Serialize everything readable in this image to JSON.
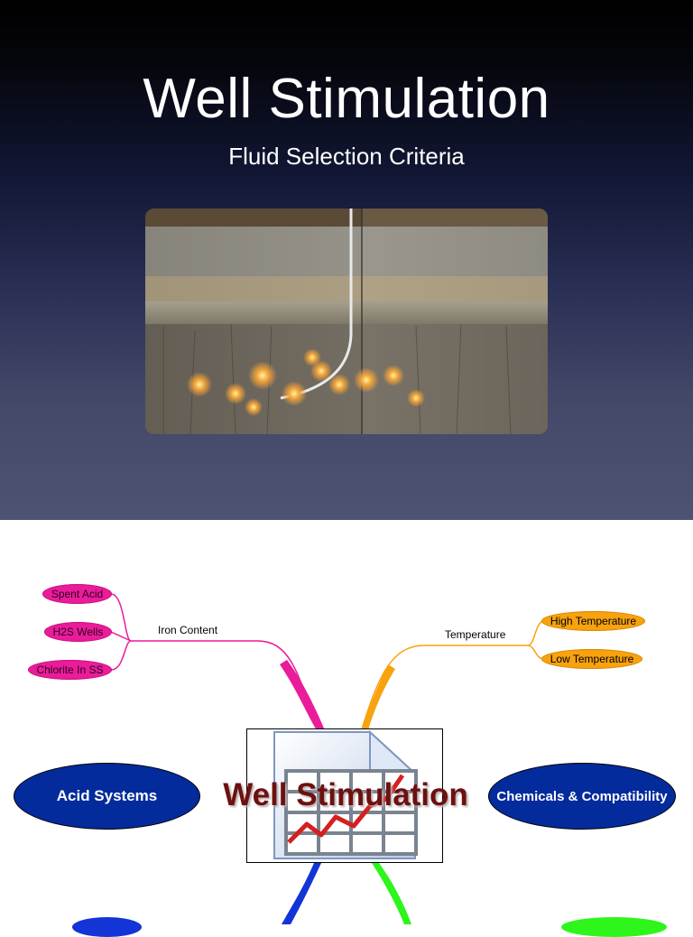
{
  "slide": {
    "title": "Well Stimulation",
    "subtitle": "Fluid Selection Criteria"
  },
  "mindmap": {
    "center_title": "Well Stimulation",
    "branches": {
      "iron": {
        "label": "Iron Content",
        "color": "#ea1c9a",
        "children": [
          "Spent Acid",
          "H2S Wells",
          "Chlorite In SS"
        ]
      },
      "temperature": {
        "label": "Temperature",
        "color": "#f7a20e",
        "children": [
          "High Temperature",
          "Low Temperature"
        ]
      },
      "acid": {
        "label": "Acid Systems",
        "color": "#032b9c"
      },
      "chemicals": {
        "label": "Chemicals & Compatibility",
        "color": "#032b9c"
      },
      "lower_left": {
        "color": "#1334d6"
      },
      "lower_right": {
        "color": "#2ef51b"
      }
    }
  }
}
